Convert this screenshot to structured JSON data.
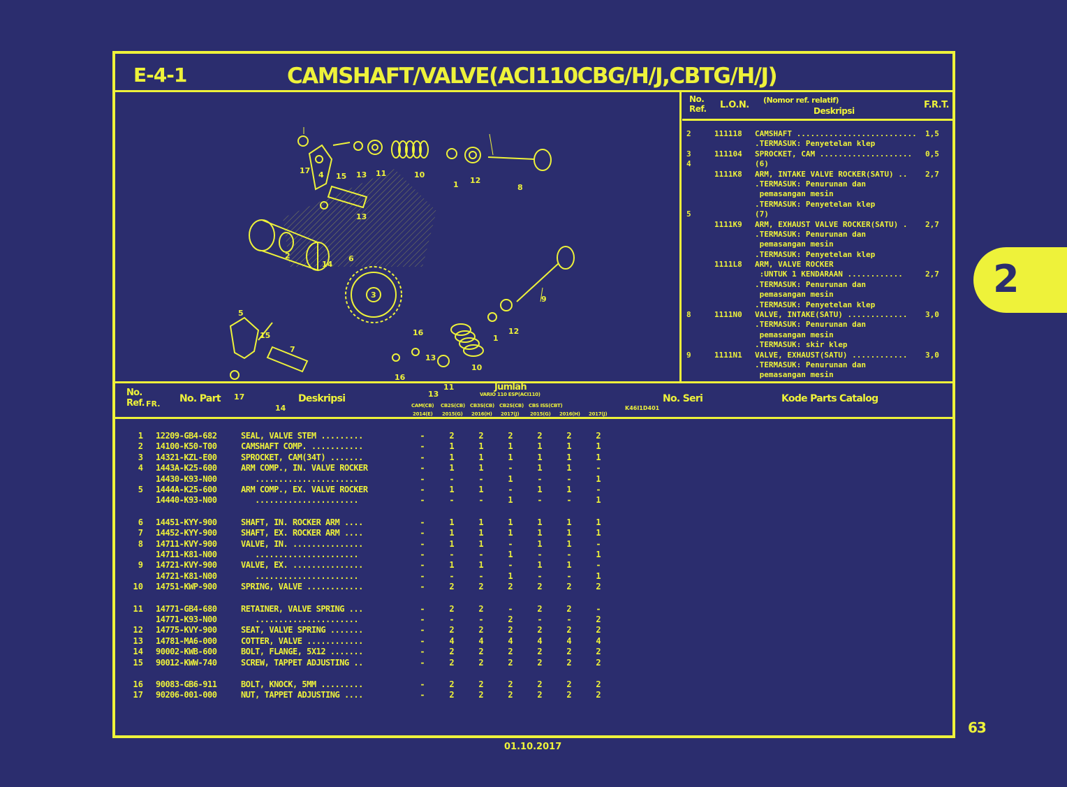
{
  "header": {
    "section_code": "E-4-1",
    "title": "CAMSHAFT/VALVE(ACI110CBG/H/J,CBTG/H/J)"
  },
  "diagram": {
    "figure_code": "K46I1D401",
    "front_label": "FR.",
    "callouts": [
      "17",
      "4",
      "15",
      "13",
      "11",
      "10",
      "1",
      "12",
      "8",
      "13",
      "2",
      "14",
      "6",
      "3",
      "9",
      "5",
      "15",
      "7",
      "16",
      "12",
      "1",
      "13",
      "10",
      "16",
      "11",
      "13",
      "17",
      "14"
    ]
  },
  "ref_panel": {
    "header": {
      "no_ref": "No. Ref.",
      "lon": "L.O.N.",
      "desc_top": "(Nomor ref. relatif)",
      "desc": "Deskripsi",
      "frt": "F.R.T."
    },
    "rows": [
      {
        "ref": "2",
        "lon": "111118",
        "desc": "CAMSHAFT ..........................",
        "frt": "1,5"
      },
      {
        "ref": "",
        "lon": "",
        "desc": ".TERMASUK: Penyetelan klep",
        "frt": ""
      },
      {
        "ref": "3",
        "lon": "111104",
        "desc": "SPROCKET, CAM ....................",
        "frt": "0,5"
      },
      {
        "ref": "4",
        "lon": "",
        "desc": "(6)",
        "frt": ""
      },
      {
        "ref": "",
        "lon": "1111K8",
        "desc": "ARM, INTAKE VALVE ROCKER(SATU) ..",
        "frt": "2,7"
      },
      {
        "ref": "",
        "lon": "",
        "desc": ".TERMASUK: Penurunan dan",
        "frt": ""
      },
      {
        "ref": "",
        "lon": "",
        "desc": " pemasangan mesin",
        "frt": ""
      },
      {
        "ref": "",
        "lon": "",
        "desc": ".TERMASUK: Penyetelan klep",
        "frt": ""
      },
      {
        "ref": "5",
        "lon": "",
        "desc": "(7)",
        "frt": ""
      },
      {
        "ref": "",
        "lon": "1111K9",
        "desc": "ARM, EXHAUST VALVE ROCKER(SATU) .",
        "frt": "2,7"
      },
      {
        "ref": "",
        "lon": "",
        "desc": ".TERMASUK: Penurunan dan",
        "frt": ""
      },
      {
        "ref": "",
        "lon": "",
        "desc": " pemasangan mesin",
        "frt": ""
      },
      {
        "ref": "",
        "lon": "",
        "desc": ".TERMASUK: Penyetelan klep",
        "frt": ""
      },
      {
        "ref": "",
        "lon": "1111L8",
        "desc": "ARM, VALVE ROCKER",
        "frt": ""
      },
      {
        "ref": "",
        "lon": "",
        "desc": " :UNTUK 1 KENDARAAN ............",
        "frt": "2,7"
      },
      {
        "ref": "",
        "lon": "",
        "desc": ".TERMASUK: Penurunan dan",
        "frt": ""
      },
      {
        "ref": "",
        "lon": "",
        "desc": " pemasangan mesin",
        "frt": ""
      },
      {
        "ref": "",
        "lon": "",
        "desc": ".TERMASUK: Penyetelan klep",
        "frt": ""
      },
      {
        "ref": "8",
        "lon": "1111N0",
        "desc": "VALVE, INTAKE(SATU) .............",
        "frt": "3,0"
      },
      {
        "ref": "",
        "lon": "",
        "desc": ".TERMASUK: Penurunan dan",
        "frt": ""
      },
      {
        "ref": "",
        "lon": "",
        "desc": " pemasangan mesin",
        "frt": ""
      },
      {
        "ref": "",
        "lon": "",
        "desc": ".TERMASUK: skir klep",
        "frt": ""
      },
      {
        "ref": "9",
        "lon": "1111N1",
        "desc": "VALVE, EXHAUST(SATU) ............",
        "frt": "3,0"
      },
      {
        "ref": "",
        "lon": "",
        "desc": ".TERMASUK: Penurunan dan",
        "frt": ""
      },
      {
        "ref": "",
        "lon": "",
        "desc": " pemasangan mesin",
        "frt": ""
      }
    ]
  },
  "table": {
    "headers": {
      "no_ref": "No. Ref.",
      "no_part": "No. Part",
      "desc": "Deskripsi",
      "jumlah": "Jumlah",
      "jumlah_sub": "VARIO 110 ESP(ACI110)",
      "models": [
        "CAM(CB)",
        "CB2S(CB)",
        "CB3S(CB)",
        "CB2S(CB)",
        "CBS ISS(CBT)",
        "",
        ""
      ],
      "years": [
        "2014(E)",
        "2015(G)",
        "2016(H)",
        "2017(J)",
        "2015(G)",
        "2016(H)",
        "2017(J)"
      ],
      "no_seri": "No. Seri",
      "kode": "Kode Parts Catalog"
    },
    "rows": [
      {
        "ref": "1",
        "part": "12209-GB4-682",
        "desc": "SEAL, VALVE STEM .........",
        "q": [
          "-",
          "2",
          "2",
          "2",
          "2",
          "2",
          "2"
        ]
      },
      {
        "ref": "2",
        "part": "14100-K50-T00",
        "desc": "CAMSHAFT COMP. ...........",
        "q": [
          "-",
          "1",
          "1",
          "1",
          "1",
          "1",
          "1"
        ]
      },
      {
        "ref": "3",
        "part": "14321-KZL-E00",
        "desc": "SPROCKET, CAM(34T) .......",
        "q": [
          "-",
          "1",
          "1",
          "1",
          "1",
          "1",
          "1"
        ]
      },
      {
        "ref": "4",
        "part": "1443A-K25-600",
        "desc": "ARM COMP., IN. VALVE ROCKER",
        "q": [
          "-",
          "1",
          "1",
          "-",
          "1",
          "1",
          "-"
        ]
      },
      {
        "ref": "",
        "part": "14430-K93-N00",
        "desc": "   ......................",
        "q": [
          "-",
          "-",
          "-",
          "1",
          "-",
          "-",
          "1"
        ]
      },
      {
        "ref": "5",
        "part": "1444A-K25-600",
        "desc": "ARM COMP., EX. VALVE ROCKER",
        "q": [
          "-",
          "1",
          "1",
          "-",
          "1",
          "1",
          "-"
        ]
      },
      {
        "ref": "",
        "part": "14440-K93-N00",
        "desc": "   ......................",
        "q": [
          "-",
          "-",
          "-",
          "1",
          "-",
          "-",
          "1"
        ]
      },
      {
        "ref": "6",
        "part": "14451-KYY-900",
        "desc": "SHAFT, IN. ROCKER ARM ....",
        "q": [
          "-",
          "1",
          "1",
          "1",
          "1",
          "1",
          "1"
        ]
      },
      {
        "ref": "7",
        "part": "14452-KYY-900",
        "desc": "SHAFT, EX. ROCKER ARM ....",
        "q": [
          "-",
          "1",
          "1",
          "1",
          "1",
          "1",
          "1"
        ]
      },
      {
        "ref": "8",
        "part": "14711-KVY-900",
        "desc": "VALVE, IN. ...............",
        "q": [
          "-",
          "1",
          "1",
          "-",
          "1",
          "1",
          "-"
        ]
      },
      {
        "ref": "",
        "part": "14711-K81-N00",
        "desc": "   ......................",
        "q": [
          "-",
          "-",
          "-",
          "1",
          "-",
          "-",
          "1"
        ]
      },
      {
        "ref": "9",
        "part": "14721-KVY-900",
        "desc": "VALVE, EX. ...............",
        "q": [
          "-",
          "1",
          "1",
          "-",
          "1",
          "1",
          "-"
        ]
      },
      {
        "ref": "",
        "part": "14721-K81-N00",
        "desc": "   ......................",
        "q": [
          "-",
          "-",
          "-",
          "1",
          "-",
          "-",
          "1"
        ]
      },
      {
        "ref": "10",
        "part": "14751-KWP-900",
        "desc": "SPRING, VALVE ............",
        "q": [
          "-",
          "2",
          "2",
          "2",
          "2",
          "2",
          "2"
        ]
      },
      {
        "ref": "11",
        "part": "14771-GB4-680",
        "desc": "RETAINER, VALVE SPRING ...",
        "q": [
          "-",
          "2",
          "2",
          "-",
          "2",
          "2",
          "-"
        ]
      },
      {
        "ref": "",
        "part": "14771-K93-N00",
        "desc": "   ......................",
        "q": [
          "-",
          "-",
          "-",
          "2",
          "-",
          "-",
          "2"
        ]
      },
      {
        "ref": "12",
        "part": "14775-KVY-900",
        "desc": "SEAT, VALVE SPRING .......",
        "q": [
          "-",
          "2",
          "2",
          "2",
          "2",
          "2",
          "2"
        ]
      },
      {
        "ref": "13",
        "part": "14781-MA6-000",
        "desc": "COTTER, VALVE ............",
        "q": [
          "-",
          "4",
          "4",
          "4",
          "4",
          "4",
          "4"
        ]
      },
      {
        "ref": "14",
        "part": "90002-KWB-600",
        "desc": "BOLT, FLANGE, 5X12 .......",
        "q": [
          "-",
          "2",
          "2",
          "2",
          "2",
          "2",
          "2"
        ]
      },
      {
        "ref": "15",
        "part": "90012-KWW-740",
        "desc": "SCREW, TAPPET ADJUSTING ..",
        "q": [
          "-",
          "2",
          "2",
          "2",
          "2",
          "2",
          "2"
        ]
      },
      {
        "ref": "16",
        "part": "90083-GB6-911",
        "desc": "BOLT, KNOCK, 5MM .........",
        "q": [
          "-",
          "2",
          "2",
          "2",
          "2",
          "2",
          "2"
        ]
      },
      {
        "ref": "17",
        "part": "90206-001-000",
        "desc": "NUT, TAPPET ADJUSTING ....",
        "q": [
          "-",
          "2",
          "2",
          "2",
          "2",
          "2",
          "2"
        ]
      }
    ]
  },
  "side_tab": "2",
  "page_number": "63",
  "date": "01.10.2017",
  "colors": {
    "background": "#2b2d6e",
    "foreground": "#eef23a"
  }
}
